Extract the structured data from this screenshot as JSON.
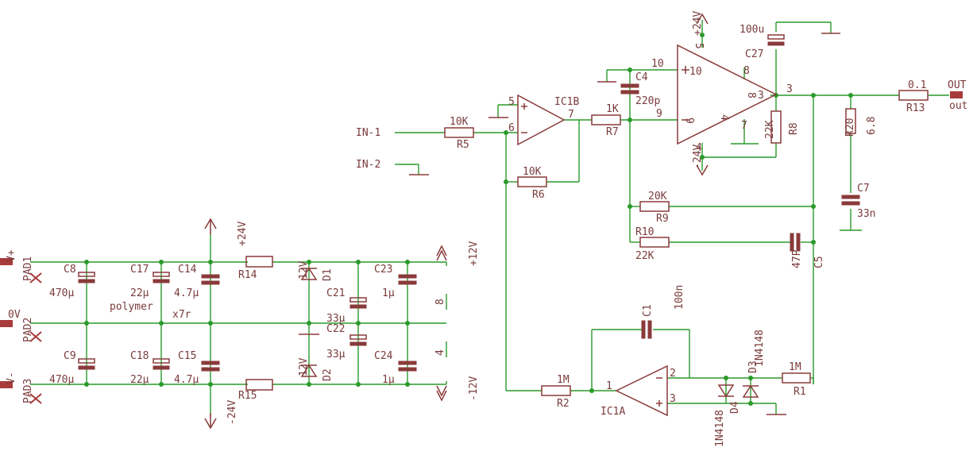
{
  "power": {
    "pad1_net": "V+",
    "pad1": "PAD1",
    "pad2_net": "0V",
    "pad2": "PAD2",
    "pad3_net": "V-",
    "pad3": "PAD3",
    "c8": {
      "name": "C8",
      "value": "470µ"
    },
    "c17": {
      "name": "C17",
      "value": "22µ"
    },
    "polymer_note": "polymer",
    "c14": {
      "name": "C14",
      "value": "4.7µ"
    },
    "x7r_note": "x7r",
    "c9": {
      "name": "C9",
      "value": "470µ"
    },
    "c18": {
      "name": "C18",
      "value": "22µ"
    },
    "c15": {
      "name": "C15",
      "value": "4.7µ"
    },
    "plus24": "+24V",
    "minus24": "-24V",
    "r14": "R14",
    "r15": "R15",
    "d1": {
      "name": "D1",
      "value": "12V"
    },
    "d2": {
      "name": "D2",
      "value": "12V"
    },
    "c21": {
      "name": "C21",
      "value": "33µ"
    },
    "c22": {
      "name": "C22",
      "value": "33µ"
    },
    "c23": {
      "name": "C23",
      "value": "1µ"
    },
    "c24": {
      "name": "C24",
      "value": "1µ"
    },
    "pin8": "8",
    "pin4": "4",
    "plus12": "+12V",
    "minus12": "-12V"
  },
  "input": {
    "in1": "IN-1",
    "in2": "IN-2",
    "r5": {
      "name": "R5",
      "value": "10K"
    },
    "r6": {
      "name": "R6",
      "value": "10K"
    },
    "ic1b": "IC1B",
    "pin5": "5",
    "pin6": "6",
    "pin7": "7",
    "r7": {
      "name": "R7",
      "value": "1K"
    },
    "c4": {
      "name": "C4",
      "value": "220p"
    }
  },
  "output_stage": {
    "pin10": "10",
    "pin9": "9",
    "pin5": "5",
    "pin4": "4",
    "pin8": "8",
    "pin3": "3",
    "pin7": "7",
    "plus24": "+24V",
    "minus24": "-24V",
    "c27": {
      "name": "C27",
      "value": "100u"
    },
    "r8": {
      "name": "R8",
      "value": "22K"
    },
    "r13": {
      "name": "R13",
      "value": "0.1"
    },
    "out_label": "OUT",
    "out_pin": "out",
    "r20": {
      "name": "R20",
      "value": "6.8"
    },
    "c7": {
      "name": "C7",
      "value": "33n"
    },
    "r9": {
      "name": "R9",
      "value": "20K"
    },
    "r10": {
      "name": "R10",
      "value": "22K"
    },
    "c5": {
      "name": "C5",
      "value": "47P"
    }
  },
  "integrator": {
    "c1": {
      "name": "C1",
      "value": "100n"
    },
    "r2": {
      "name": "R2",
      "value": "1M"
    },
    "ic1a": "IC1A",
    "pin1": "1",
    "pin2": "2",
    "pin3": "3",
    "r1": {
      "name": "R1",
      "value": "1M"
    },
    "d3": {
      "name": "D3",
      "part": "1N4148"
    },
    "d4": {
      "name": "D4",
      "part": "1N4148"
    }
  }
}
